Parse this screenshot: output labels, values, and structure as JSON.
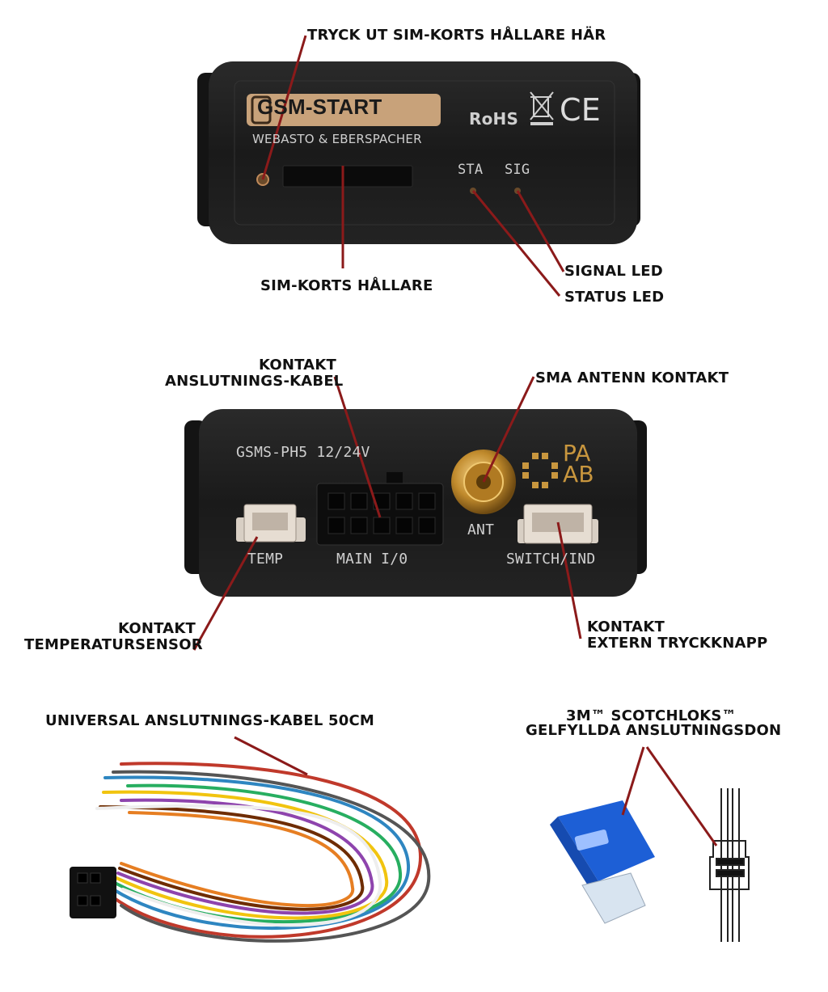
{
  "device_front": {
    "brand_logo": "GSM-START",
    "brand_subtitle": "WEBASTO & EBERSPACHER",
    "rohs_mark": "RoHS",
    "ce_mark": "CE",
    "led_sta_label": "STA",
    "led_sig_label": "SIG"
  },
  "device_back": {
    "model_label": "GSMS-PH5 12/24V",
    "pa_logo_top": "PA",
    "pa_logo_bottom": "AB",
    "ant_label": "ANT",
    "temp_label": "TEMP",
    "main_io_label": "MAIN I/0",
    "switch_label": "SWITCH/IND"
  },
  "callouts": {
    "sim_eject": "TRYCK UT SIM-KORTS HÅLLARE HÄR",
    "sim_holder": "SIM-KORTS HÅLLARE",
    "signal_led": "SIGNAL LED",
    "status_led": "STATUS LED",
    "cable_connector_line1": "KONTAKT",
    "cable_connector_line2": "ANSLUTNINGS-KABEL",
    "sma_antenna": "SMA ANTENN KONTAKT",
    "temp_sensor_line1": "KONTAKT",
    "temp_sensor_line2": "TEMPERATURSENSOR",
    "ext_button_line1": "KONTAKT",
    "ext_button_line2": "EXTERN TRYCKKNAPP",
    "universal_cable": "UNIVERSAL ANSLUTNINGS-KABEL 50CM",
    "scotchlok_line1": "3M™ SCOTCHLOKS™",
    "scotchlok_line2": "GELFYLLDA ANSLUTNINGSDON"
  },
  "colors": {
    "leader_line": "#8b1a1a",
    "device_body": "#1c1c1c",
    "logo_bg": "#c8a27a",
    "connector_blue": "#1d5fd6"
  }
}
